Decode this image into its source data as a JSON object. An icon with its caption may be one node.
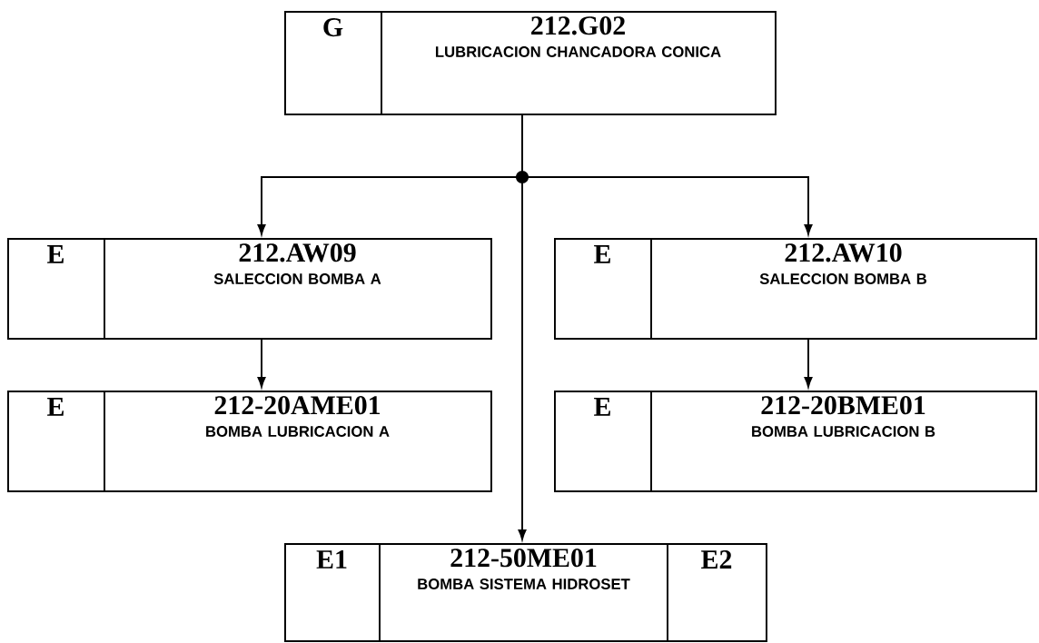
{
  "diagram": {
    "nodes": [
      {
        "text": [
          "G",
          "212.G02",
          "LUBRICACION CHANCADORA CONICA"
        ]
      },
      {
        "text": [
          "E",
          "212.AW09",
          "SALECCION BOMBA A"
        ]
      },
      {
        "text": [
          "E",
          "212.AW10",
          "SALECCION BOMBA B"
        ]
      },
      {
        "text": [
          "E",
          "212-20AME01",
          "BOMBA LUBRICACION A"
        ]
      },
      {
        "text": [
          "E",
          "212-20BME01",
          "BOMBA LUBRICACION B"
        ]
      },
      {
        "text": [
          "E1",
          "212-50ME01",
          "BOMBA SISTEMA HIDROSET",
          "E2"
        ]
      }
    ],
    "edges": [
      {
        "from": 0,
        "to": 1,
        "arrow": "to"
      },
      {
        "from": 0,
        "to": 2,
        "arrow": "to"
      },
      {
        "from": 0,
        "to": 5,
        "arrow": "to"
      },
      {
        "from": 1,
        "to": 3,
        "arrow": "to"
      },
      {
        "from": 2,
        "to": 4,
        "arrow": "to"
      }
    ]
  }
}
